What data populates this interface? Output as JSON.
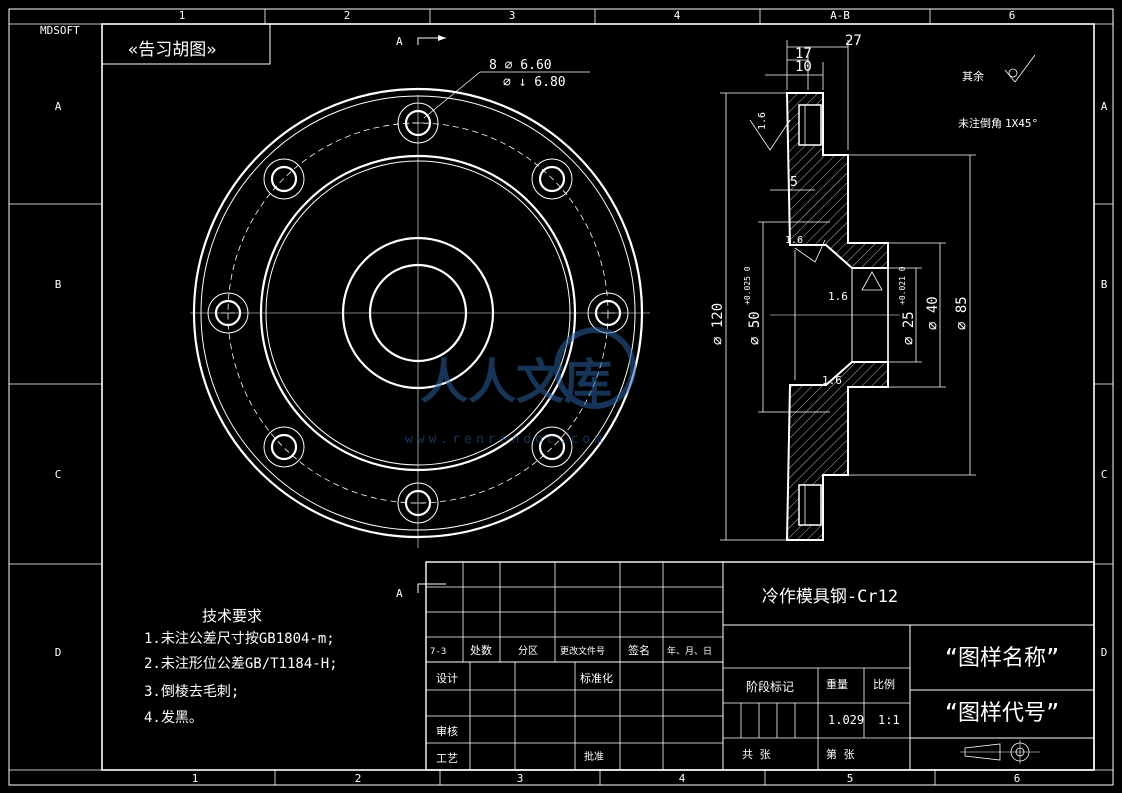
{
  "sheet": {
    "software": "MDSOFT",
    "columns_top": [
      "1",
      "2",
      "3",
      "4",
      "A-B",
      "6"
    ],
    "columns_bottom": [
      "1",
      "2",
      "3",
      "4",
      "5",
      "6"
    ],
    "rows": [
      "A",
      "B",
      "C",
      "D"
    ],
    "stamp": "«告习胡图»"
  },
  "section_markers": {
    "left_top": "A",
    "left_bottom": "A"
  },
  "front_view": {
    "hole_note_line1": "8 ⌀ 6.60",
    "hole_note_line2": "⌀  ↓ 6.80"
  },
  "section_view": {
    "dims": {
      "d17": "17",
      "d27": "27",
      "d10": "10",
      "d5": "5",
      "d120": "⌀ 120",
      "d50": "⌀ 50",
      "d50_tol": "+0.025 0",
      "d25": "⌀ 25",
      "d25_tol": "+0.021 0",
      "d40": "⌀ 40",
      "d85": "⌀ 85"
    },
    "roughness": {
      "r_top": "1.6",
      "r_mid": "1.6",
      "r_inner": "1.6",
      "r_bottom": "1.6"
    }
  },
  "notes": {
    "rest": "其余",
    "chamfer_label": "未注倒角",
    "chamfer_value": "1X45°"
  },
  "tech_requirements": {
    "title": "技术要求",
    "items": [
      "1.未注公差尺寸按GB1804-m;",
      "2.未注形位公差GB/T1184-H;",
      "3.倒棱去毛刺;",
      "4.发黑。"
    ]
  },
  "title_block": {
    "material": "冷作模具钢-Cr12",
    "drawing_name": "“图样名称”",
    "drawing_code": "“图样代号”",
    "rev_headers": [
      "7-3",
      "处数",
      "分区",
      "更改文件号",
      "签名",
      "年、月、日"
    ],
    "designer": "设计",
    "standardization": "标准化",
    "checker": "审核",
    "process": "工艺",
    "approve": "批准",
    "stage_label": "阶段标记",
    "weight_label": "重量",
    "scale_label": "比例",
    "weight_value": "1.029",
    "scale_value": "1:1",
    "sheets_total": "共    张",
    "sheet_no": "第    张"
  },
  "watermark": {
    "text": "人人文库",
    "url": "www.renrendoc.com"
  }
}
